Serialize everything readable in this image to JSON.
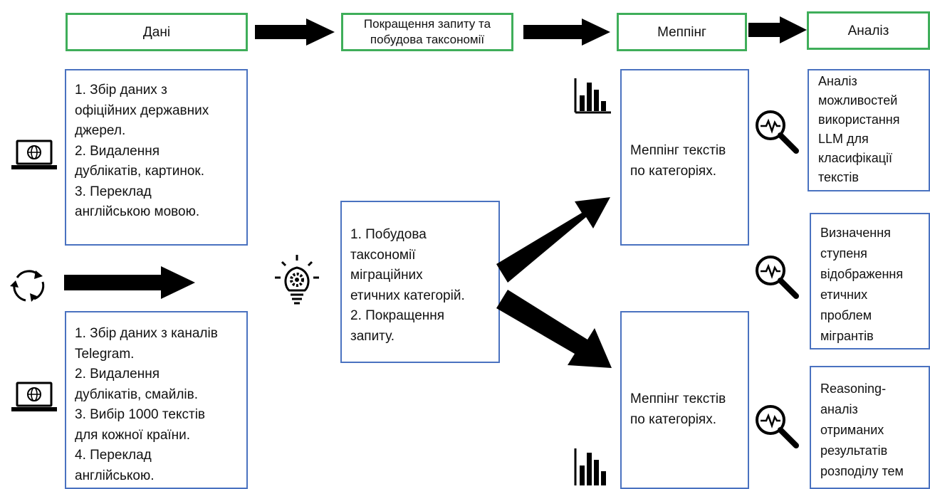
{
  "stages": {
    "data": "Дані",
    "improve_line1": "Покращення запиту та",
    "improve_line2": "побудова таксономії",
    "mapping": "Меппінг",
    "analysis": "Аналіз"
  },
  "data_box_1": [
    "1. Збір даних з",
    "офіційних державних",
    "джерел.",
    "2. Видалення",
    "дублікатів, картинок.",
    "3. Переклад",
    "англійською мовою."
  ],
  "data_box_2": [
    "1. Збір даних з каналів",
    "Telegram.",
    "2. Видалення",
    "дублікатів, смайлів.",
    "3. Вибір 1000 текстів",
    "для кожної країни.",
    "4. Переклад",
    "англійською."
  ],
  "taxonomy_box": [
    "1. Побудова",
    "таксономії",
    "міграційних",
    "етичних категорій.",
    "2. Покращення",
    "запиту."
  ],
  "mapping_box_1": [
    "Меппінг текстів",
    "по категоріях."
  ],
  "mapping_box_2": [
    "Меппінг текстів",
    "по категоріях."
  ],
  "analysis_box_1": [
    "Аналіз",
    "можливостей",
    "використання",
    "LLM для",
    "класифікації",
    "текстів"
  ],
  "analysis_box_2": [
    "Визначення",
    "ступеня",
    "відображення",
    "етичних",
    "проблем",
    "мігрантів"
  ],
  "analysis_box_3": [
    "Reasoning-",
    "аналіз",
    "отриманих",
    "результатів",
    "розподілу тем"
  ],
  "icons": {
    "laptop": "laptop-globe-icon",
    "cycle": "refresh-cycle-icon",
    "idea": "lightbulb-gear-icon",
    "chart": "bar-chart-icon",
    "analyze": "magnifier-pulse-icon"
  },
  "colors": {
    "stage_border": "#3fae5a",
    "content_border": "#4a72c0",
    "arrow": "#000000"
  }
}
